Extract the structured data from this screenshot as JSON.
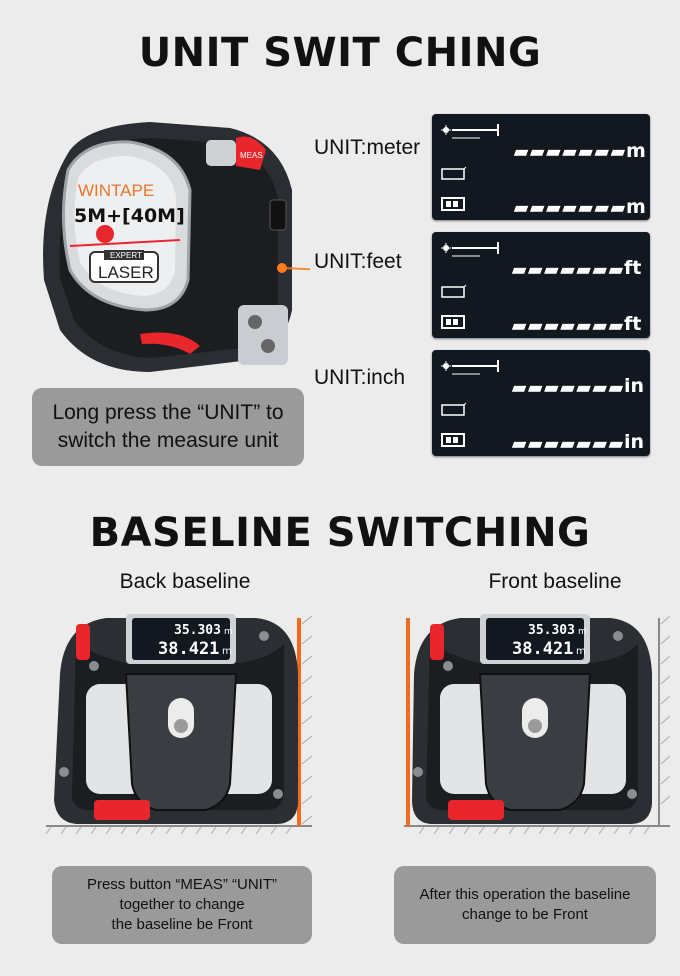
{
  "section1": {
    "title": "UNIT SWIT CHING",
    "device": {
      "brand": "WINTAPE",
      "size": "5M+[40M]",
      "badge": "EXPERT",
      "product": "LASER",
      "btn_meas": "MEAS"
    },
    "units": [
      {
        "label": "UNIT:meter",
        "unit": "m"
      },
      {
        "label": "UNIT:feet",
        "unit": "ft"
      },
      {
        "label": "UNIT:inch",
        "unit": "in"
      }
    ],
    "dash_text": "▬▬▬▬▬▬▬",
    "caption": [
      "Long press the “UNIT” to",
      "switch the measure unit"
    ]
  },
  "section2": {
    "title": "BASELINE SWITCHING",
    "panels": [
      {
        "label": "Back baseline",
        "reading1": "35.303",
        "unit1": "m",
        "reading2": "38.421",
        "unit2": "m",
        "caption": [
          "Press button “MEAS”  “UNIT”",
          "together to change",
          "the baseline be Front"
        ]
      },
      {
        "label": "Front baseline",
        "reading1": "35.303",
        "unit1": "m",
        "reading2": "38.421",
        "unit2": "m",
        "caption": [
          "After this operation the baseline",
          "change to be Front"
        ]
      }
    ]
  },
  "colors": {
    "accent_red": "#e8262b",
    "baseline_orange": "#f26a1b",
    "laser": "#ff7a1a"
  }
}
